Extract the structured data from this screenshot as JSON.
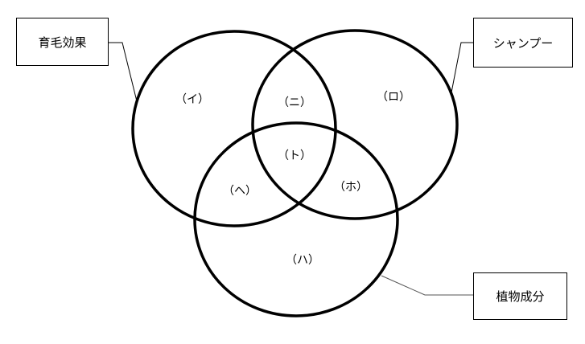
{
  "sets": {
    "hair_growth": "育毛効果",
    "shampoo": "シャンプー",
    "plant_ingredients": "植物成分"
  },
  "regions": {
    "i": "（イ）",
    "ro": "（ロ）",
    "ha": "（ハ）",
    "ni": "（ニ）",
    "ho": "（ホ）",
    "he": "（ヘ）",
    "to": "（ト）"
  }
}
